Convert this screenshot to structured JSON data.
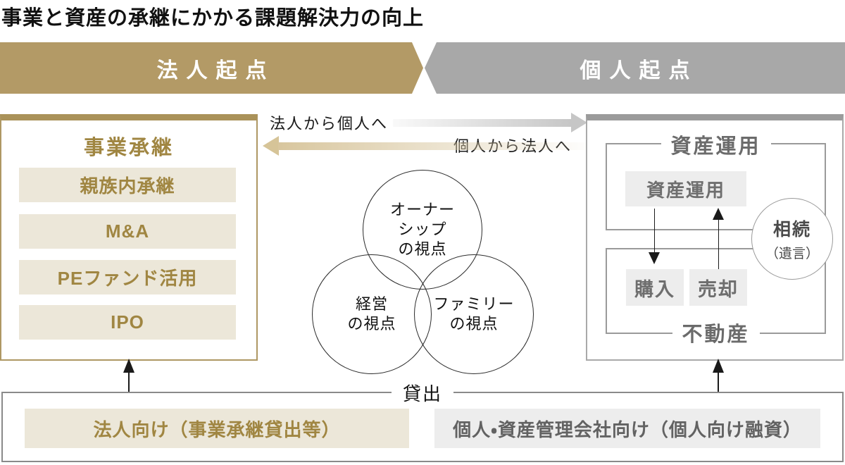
{
  "title": "事業と資産の承継にかかる課題解決力の向上",
  "banners": {
    "corporate": "法人起点",
    "individual": "個人起点"
  },
  "flow_arrows": {
    "to_individual": "法人から個人へ",
    "to_corporate": "個人から法人へ"
  },
  "business_succession": {
    "title": "事業承継",
    "items": [
      "親族内承継",
      "M&A",
      "PEファンド活用",
      "IPO"
    ]
  },
  "venn": {
    "ownership": {
      "lines": [
        "オーナー",
        "シップ",
        "の視点"
      ]
    },
    "management": {
      "lines": [
        "経営",
        "の視点"
      ]
    },
    "family": {
      "lines": [
        "ファミリー",
        "の視点"
      ]
    }
  },
  "asset_side": {
    "group_asset_title": "資産運用",
    "asset_chip": "資産運用",
    "buy": "購入",
    "sell": "売却",
    "group_realestate_title": "不動産",
    "inheritance_line1": "相続",
    "inheritance_line2": "（遺言）"
  },
  "lending": {
    "label": "貸出",
    "corporate": "法人向け（事業承継貸出等）",
    "individual": "個人・資産管理会社向け（個人向け融資）"
  },
  "colors": {
    "gold_banner": "#b39a66",
    "gray_banner": "#a8a8a8",
    "gold_text": "#a08642",
    "beige_bg": "#ece7d9",
    "light_gray_bg": "#ededed",
    "gray_text": "#6e6e6e",
    "black": "#1a1a1a"
  }
}
